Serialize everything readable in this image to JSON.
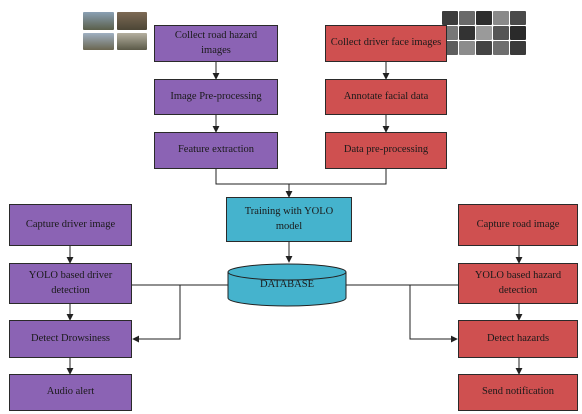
{
  "nodes": {
    "collect_road": "Collect road hazard images",
    "collect_face": "Collect driver face images",
    "image_preprocessing": "Image Pre-processing",
    "annotate_facial": "Annotate facial data",
    "feature_extraction": "Feature extraction",
    "data_preprocessing": "Data pre-processing",
    "training_yolo": "Training with YOLO model",
    "database": "DATABASE",
    "capture_driver": "Capture driver image",
    "yolo_driver": "YOLO based driver detection",
    "detect_drowsiness": "Detect Drowsiness",
    "audio_alert": "Audio alert",
    "capture_road": "Capture road image",
    "yolo_hazard": "YOLO based hazard detection",
    "detect_hazards": "Detect hazards",
    "send_notification": "Send notification"
  },
  "colors": {
    "purple": "#8b63b4",
    "red": "#cf5050",
    "teal": "#45b3cd",
    "line": "#222222"
  },
  "images": {
    "road_thumbnails": "road-scene-photos",
    "face_thumbnails": "driver-face-photos"
  }
}
